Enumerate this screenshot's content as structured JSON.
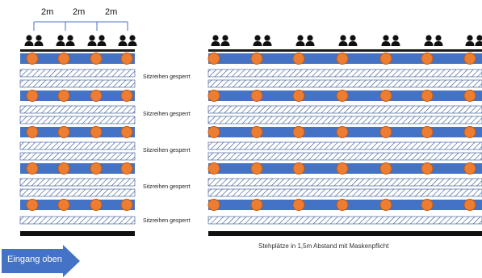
{
  "distance_labels": [
    "2m",
    "2m",
    "2m"
  ],
  "blocked_label": "Sitzreihen gesperrt",
  "caption": "Stehplätze in 1,5m Abstand mit Maskenpflicht",
  "entrance": "Eingang oben",
  "colors": {
    "row": "#4472c4",
    "seat": "#ed7d31",
    "seat_border": "#c55a11",
    "person": "#111111",
    "hatch": "#2f4f8f",
    "arrow": "#4472c4"
  },
  "icons": [
    "person-group-icon",
    "dimension-arrow-icon",
    "arrow-right-icon"
  ]
}
